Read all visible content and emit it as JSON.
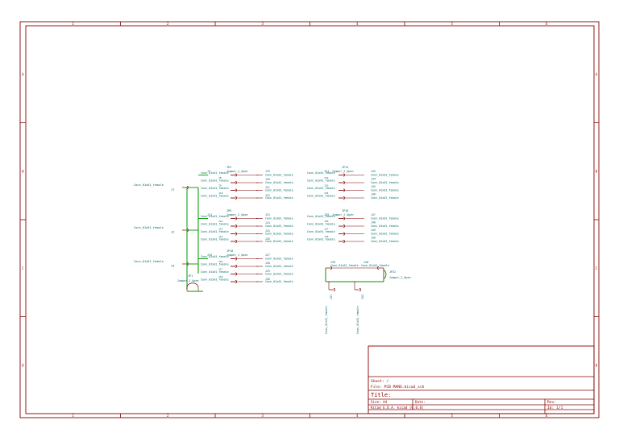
{
  "colors": {
    "frame": "#840000",
    "wire": "#009600",
    "ref": "#006464",
    "body": "#840000",
    "pin": "#840000",
    "tb_text": "#840000"
  },
  "border": {
    "columns": [
      "1",
      "2",
      "3",
      "4",
      "5",
      "6"
    ],
    "rows": [
      "A",
      "B",
      "C",
      "D"
    ]
  },
  "title_block": {
    "sheet": "Sheet: /",
    "file": "File: PCB MANO.kicad_sch",
    "title": "Title:",
    "size": "Size: A4",
    "date": "Date:",
    "rev": "Rev:",
    "tool": "KiCad E.D.A.  kicad (6.0.8)",
    "id": "Id: 1/1"
  },
  "schematic": {
    "side_connectors": [
      {
        "ref": "J1",
        "value": "Conn_01x01_female"
      },
      {
        "ref": "J2",
        "value": "Conn_01x01_female"
      },
      {
        "ref": "J3",
        "value": "Conn_01x01_female"
      }
    ],
    "group_a": [
      {
        "left_refs": [
          "J7",
          "J8",
          "J9",
          "J10"
        ],
        "left_value": "Conn_01x01_female",
        "jumper": {
          "ref": "JP2",
          "value": "Jumper_2_Open"
        },
        "right_refs": [
          "J19",
          "J20",
          "J21",
          "J22"
        ],
        "right_value": "Conn_01x01_female"
      },
      {
        "left_refs": [
          "J11",
          "J12",
          "J13",
          "J14"
        ],
        "left_value": "Conn_01x01_female",
        "jumper": {
          "ref": "JP6",
          "value": "Jumper_2_Open"
        },
        "right_refs": [
          "J23",
          "J24",
          "J25",
          "J26"
        ],
        "right_value": "Conn_01x01_female"
      },
      {
        "left_refs": [
          "J15",
          "J16",
          "J17",
          "J18"
        ],
        "left_value": "Conn_01x01_female",
        "jumper": {
          "ref": "JP10",
          "value": "Jumper_2_Open"
        },
        "right_refs": [
          "J27",
          "J28",
          "J29",
          "J30"
        ],
        "right_value": "Conn_01x01_female"
      }
    ],
    "group_b": [
      {
        "left_refs": [
          "J31",
          "J32",
          "J33",
          "J34"
        ],
        "left_value": "Conn_01x01_female",
        "jumper": {
          "ref": "JP14",
          "value": "Jumper_2_Open"
        },
        "right_refs": [
          "J43",
          "J44",
          "J45",
          "J46"
        ],
        "right_value": "Conn_01x01_female"
      },
      {
        "left_refs": [
          "J35",
          "J36",
          "J37",
          "J38"
        ],
        "left_value": "Conn_01x01_female",
        "jumper": {
          "ref": "JP18",
          "value": "Jumper_2_Open"
        },
        "right_refs": [
          "J47",
          "J48",
          "J49",
          "J50"
        ],
        "right_value": "Conn_01x01_female"
      }
    ],
    "jp1": {
      "ref": "JP1",
      "value": "Jumper_2_Open"
    },
    "jp22": {
      "ref": "JP22",
      "value": "Jumper_2_Open"
    },
    "j39": {
      "ref": "J39",
      "value": "Conn_01x01_female"
    },
    "j40": {
      "ref": "J40",
      "value": "Conn_01x01_female"
    },
    "j41": {
      "ref": "J41",
      "value": "Conn_01x01_female"
    },
    "j42": {
      "ref": "J42",
      "value": "Conn_01x01_female"
    }
  }
}
